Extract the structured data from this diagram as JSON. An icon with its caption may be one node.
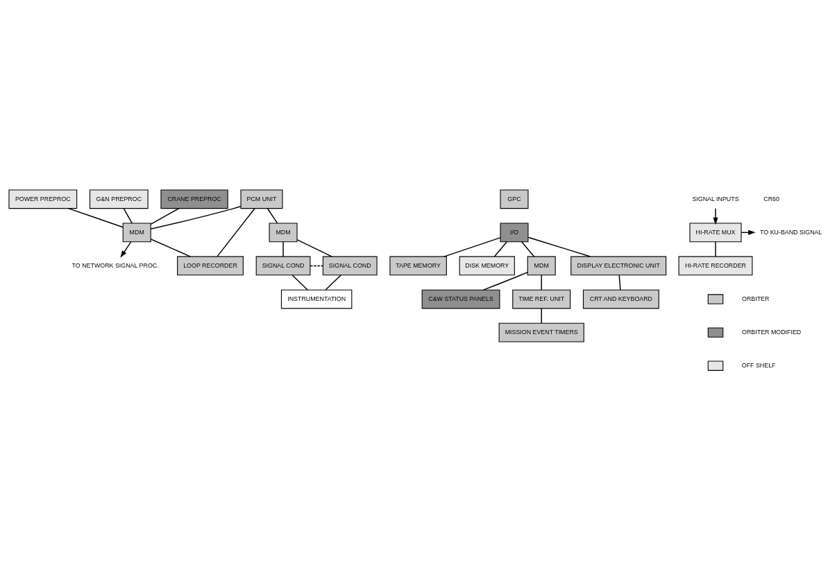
{
  "diagram": {
    "nodes": [
      {
        "text": [
          "TO NETWORK SIGNAL PROC."
        ]
      },
      {
        "text": [
          "POWER PREPROC"
        ]
      },
      {
        "text": [
          "MDM"
        ]
      },
      {
        "text": [
          "G&N PREPROC"
        ]
      },
      {
        "text": [
          "CRANE PREPROC"
        ]
      },
      {
        "text": [
          "PCM UNIT"
        ]
      },
      {
        "text": [
          "MDM"
        ]
      },
      {
        "text": [
          "LOOP RECORDER"
        ]
      },
      {
        "text": [
          "SIGNAL COND"
        ]
      },
      {
        "text": [
          "SIGNAL COND"
        ]
      },
      {
        "text": [
          "INSTRUMENTATION"
        ]
      },
      {
        "text": [
          "GPC"
        ]
      },
      {
        "text": [
          "I/O"
        ]
      },
      {
        "text": [
          "TAPE MEMORY"
        ]
      },
      {
        "text": [
          "DISK MEMORY"
        ]
      },
      {
        "text": [
          "MDM"
        ]
      },
      {
        "text": [
          "DISPLAY ELECTRONIC UNIT"
        ]
      },
      {
        "text": [
          "C&W STATUS PANELS"
        ]
      },
      {
        "text": [
          "CRT AND KEYBOARD"
        ]
      },
      {
        "text": [
          "TIME REF. UNIT"
        ]
      },
      {
        "text": [
          "MISSION EVENT TIMERS"
        ]
      },
      {
        "text": [
          "SIGNAL INPUTS"
        ]
      },
      {
        "text": [
          "HI-RATE MUX"
        ]
      },
      {
        "text": [
          "TO KU-BAND SIGNAL"
        ]
      },
      {
        "text": [
          "HI-RATE RECORDER"
        ]
      }
    ],
    "edges": [
      {
        "from": 2,
        "to": 0,
        "arrow": "to"
      },
      {
        "from": 1,
        "to": 2,
        "arrow": "none"
      },
      {
        "from": 3,
        "to": 2,
        "arrow": "none"
      },
      {
        "from": 4,
        "to": 2,
        "arrow": "none"
      },
      {
        "from": 5,
        "to": 2,
        "arrow": "none"
      },
      {
        "from": 2,
        "to": 7,
        "arrow": "none"
      },
      {
        "from": 5,
        "to": 7,
        "arrow": "none"
      },
      {
        "from": 5,
        "to": 6,
        "arrow": "none"
      },
      {
        "from": 6,
        "to": 8,
        "arrow": "none"
      },
      {
        "from": 6,
        "to": 9,
        "arrow": "none"
      },
      {
        "from": 8,
        "to": 9,
        "arrow": "none",
        "style": "dashed"
      },
      {
        "from": 8,
        "to": 10,
        "arrow": "none"
      },
      {
        "from": 9,
        "to": 10,
        "arrow": "none"
      },
      {
        "from": 12,
        "to": 13,
        "arrow": "none"
      },
      {
        "from": 12,
        "to": 14,
        "arrow": "none"
      },
      {
        "from": 12,
        "to": 15,
        "arrow": "none"
      },
      {
        "from": 12,
        "to": 16,
        "arrow": "none"
      },
      {
        "from": 16,
        "to": 18,
        "arrow": "none"
      },
      {
        "from": 15,
        "to": 17,
        "arrow": "none"
      },
      {
        "from": 15,
        "to": 19,
        "arrow": "none"
      },
      {
        "from": 19,
        "to": 20,
        "arrow": "none"
      },
      {
        "from": 21,
        "to": 22,
        "arrow": "to"
      },
      {
        "from": 22,
        "to": 23,
        "arrow": "to"
      },
      {
        "from": 22,
        "to": 24,
        "arrow": "none"
      }
    ],
    "labels": [
      "CR60"
    ],
    "legend": [
      {
        "text": "ORBITER"
      },
      {
        "text": "ORBITER MODIFIED"
      },
      {
        "text": "OFF SHELF"
      }
    ]
  }
}
